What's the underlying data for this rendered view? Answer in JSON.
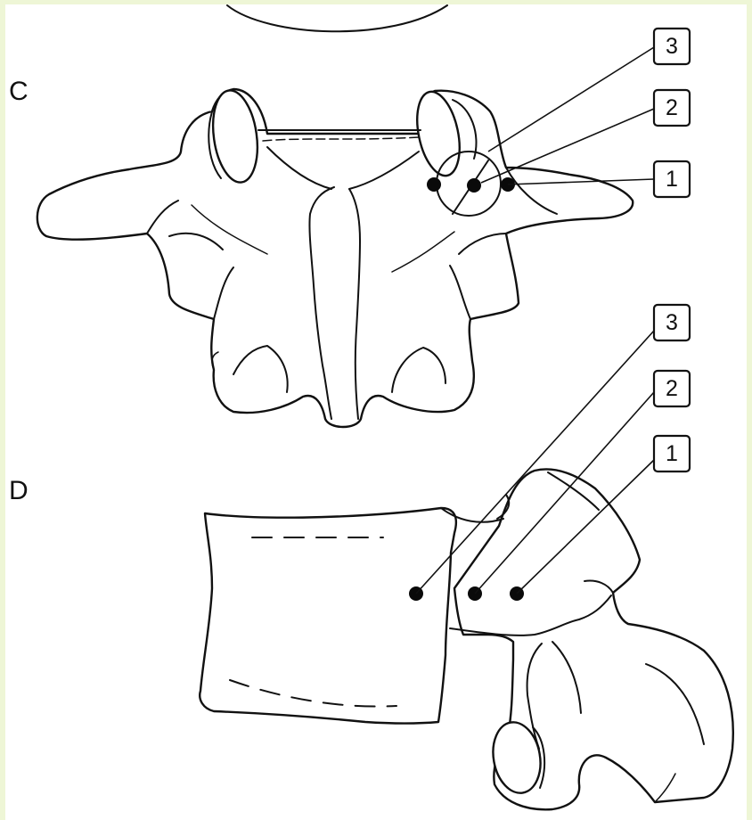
{
  "panels": [
    {
      "letter": "C",
      "callouts": [
        {
          "label": "3"
        },
        {
          "label": "2"
        },
        {
          "label": "1"
        }
      ]
    },
    {
      "letter": "D",
      "callouts": [
        {
          "label": "3"
        },
        {
          "label": "2"
        },
        {
          "label": "1"
        }
      ]
    }
  ],
  "colors": {
    "ink": "#111111",
    "background": "#ffffff",
    "edge_tint": "#eef6d6"
  }
}
